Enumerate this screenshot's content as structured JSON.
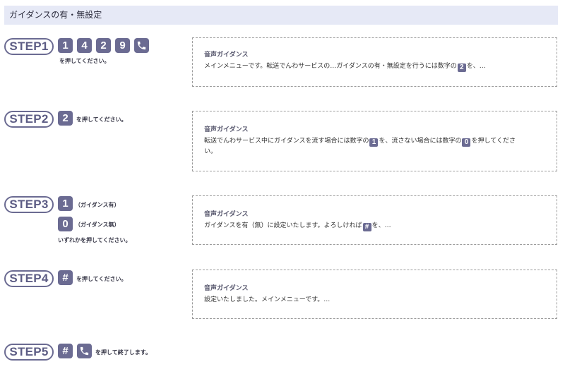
{
  "header": {
    "title": "ガイダンスの有・無設定"
  },
  "steps": [
    {
      "label": "STEP1",
      "keys": [
        "1",
        "4",
        "2",
        "9"
      ],
      "instruction": "を押してください。"
    },
    {
      "label": "STEP2",
      "keys": [
        "2"
      ],
      "instruction": "を押してください。"
    },
    {
      "label": "STEP3",
      "options": [
        {
          "key": "1",
          "note": "（ガイダンス有）"
        },
        {
          "key": "0",
          "note": "（ガイダンス無）"
        }
      ],
      "instruction": "いずれかを押してください。"
    },
    {
      "label": "STEP4",
      "keys": [
        "#"
      ],
      "instruction": "を押してください。"
    },
    {
      "label": "STEP5",
      "keys": [
        "#"
      ],
      "instruction": "を押して終了します。"
    }
  ],
  "guidance": [
    {
      "title": "音声ガイダンス",
      "text_a": "メインメニューです。転送でんわサービスの…ガイダンスの有・無設定を行うには数字の",
      "key": "2",
      "text_b": "を、…"
    },
    {
      "title": "音声ガイダンス",
      "text_a": "転送でんわサービス中にガイダンスを流す場合には数字の",
      "key_a": "1",
      "text_b": "を、流さない場合には数字の",
      "key_b": "0",
      "text_c": "を押してくださ",
      "text_d": "い。"
    },
    {
      "title": "音声ガイダンス",
      "text_a": "ガイダンスを有（無）に設定いたします。よろしければ",
      "key": "#",
      "text_b": "を、…"
    },
    {
      "title": "音声ガイダンス",
      "text_a": "設定いたしました。メインメニューです。…"
    }
  ],
  "icons": {
    "phone": "phone-icon"
  },
  "colors": {
    "accent": "#6b6b92",
    "header_bg": "#e6e9f6"
  }
}
